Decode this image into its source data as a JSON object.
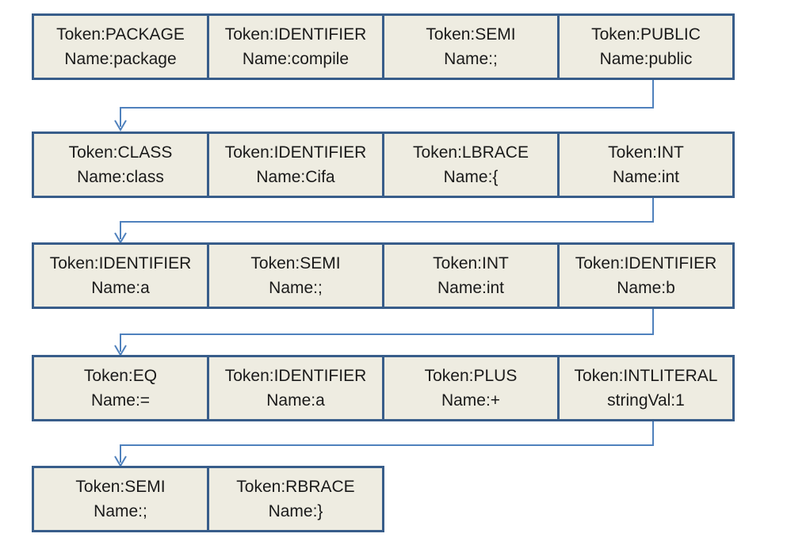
{
  "diagram": {
    "rows": [
      {
        "cells": [
          {
            "token": "Token:PACKAGE",
            "name": "Name:package"
          },
          {
            "token": "Token:IDENTIFIER",
            "name": "Name:compile"
          },
          {
            "token": "Token:SEMI",
            "name": "Name:;"
          },
          {
            "token": "Token:PUBLIC",
            "name": "Name:public"
          }
        ]
      },
      {
        "cells": [
          {
            "token": "Token:CLASS",
            "name": "Name:class"
          },
          {
            "token": "Token:IDENTIFIER",
            "name": "Name:Cifa"
          },
          {
            "token": "Token:LBRACE",
            "name": "Name:{"
          },
          {
            "token": "Token:INT",
            "name": "Name:int"
          }
        ]
      },
      {
        "cells": [
          {
            "token": "Token:IDENTIFIER",
            "name": "Name:a"
          },
          {
            "token": "Token:SEMI",
            "name": "Name:;"
          },
          {
            "token": "Token:INT",
            "name": "Name:int"
          },
          {
            "token": "Token:IDENTIFIER",
            "name": "Name:b"
          }
        ]
      },
      {
        "cells": [
          {
            "token": "Token:EQ",
            "name": "Name:="
          },
          {
            "token": "Token:IDENTIFIER",
            "name": "Name:a"
          },
          {
            "token": "Token:PLUS",
            "name": "Name:+"
          },
          {
            "token": "Token:INTLITERAL",
            "name": "stringVal:1"
          }
        ]
      },
      {
        "cells": [
          {
            "token": "Token:SEMI",
            "name": "Name:;"
          },
          {
            "token": "Token:RBRACE",
            "name": "Name:}"
          }
        ]
      }
    ],
    "colors": {
      "cell_fill": "#eeece1",
      "cell_border": "#385d8a",
      "connector": "#4f81bd",
      "text": "#1a1a1a"
    }
  }
}
